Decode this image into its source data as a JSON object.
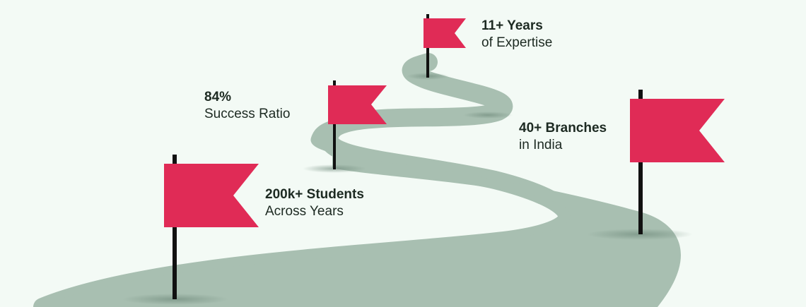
{
  "milestones": [
    {
      "strong": "11+ Years",
      "sub": "of Expertise"
    },
    {
      "strong": "84%",
      "sub": "Success Ratio"
    },
    {
      "strong": "40+ Branches",
      "sub": "in India"
    },
    {
      "strong": "200k+ Students",
      "sub": "Across Years"
    }
  ],
  "colors": {
    "background": "#f3faf5",
    "road": "#a8bfb1",
    "flag": "#e02b56",
    "pole": "#111111"
  }
}
